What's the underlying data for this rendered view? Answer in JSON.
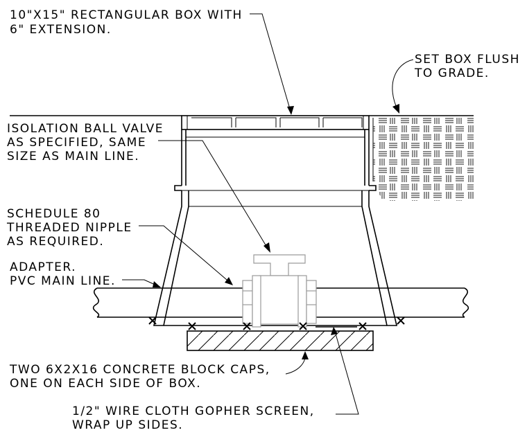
{
  "labels": {
    "box_line1": "10\"X15\" RECTANGULAR BOX WITH",
    "box_line2": "6\" EXTENSION.",
    "flush_line1": "SET BOX FLUSH",
    "flush_line2": "TO GRADE.",
    "valve_line1": "ISOLATION BALL VALVE",
    "valve_line2": "AS SPECIFIED, SAME",
    "valve_line3": "SIZE AS MAIN LINE.",
    "nipple_line1": "SCHEDULE 80",
    "nipple_line2": "THREADED NIPPLE",
    "nipple_line3": "AS REQUIRED.",
    "adapter_line1": "ADAPTER.",
    "adapter_line2": "PVC MAIN LINE.",
    "block_line1": "TWO 6X2X16 CONCRETE BLOCK CAPS,",
    "block_line2": "ONE ON EACH SIDE OF BOX.",
    "screen_line1": "1/2\" WIRE CLOTH GOPHER SCREEN,",
    "screen_line2": "WRAP UP SIDES."
  },
  "colors": {
    "linework": "#000000",
    "valve": "#9a9a9a",
    "background": "#ffffff"
  }
}
